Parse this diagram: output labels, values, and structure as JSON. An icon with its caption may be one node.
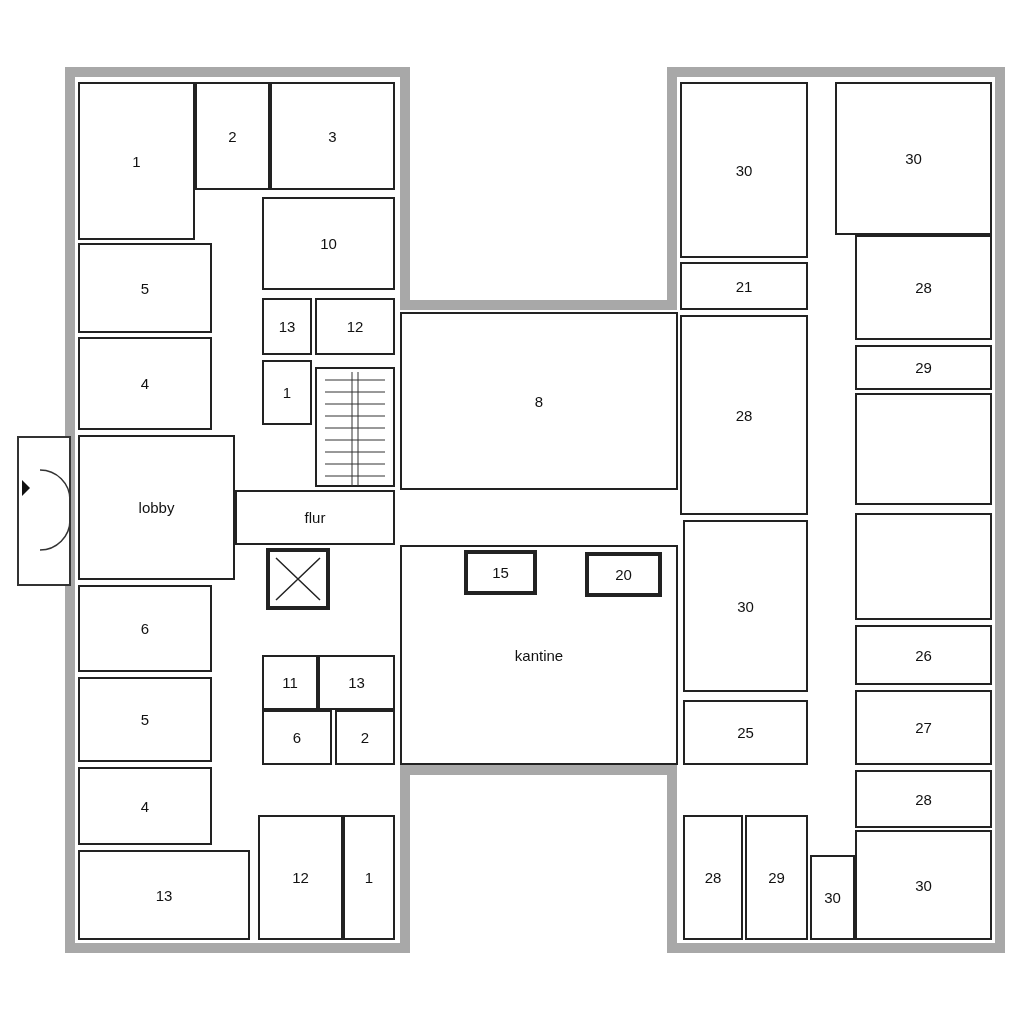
{
  "diagram": {
    "nodes": [
      {
        "text": [
          "1"
        ]
      },
      {
        "text": [
          "2"
        ]
      },
      {
        "text": [
          "3"
        ]
      },
      {
        "text": [
          "30"
        ]
      },
      {
        "text": [
          "30"
        ]
      },
      {
        "text": [
          "10"
        ]
      },
      {
        "text": [
          "21"
        ]
      },
      {
        "text": [
          "28"
        ]
      },
      {
        "text": [
          "5"
        ]
      },
      {
        "text": [
          "13"
        ]
      },
      {
        "text": [
          "12"
        ]
      },
      {
        "text": [
          "8"
        ]
      },
      {
        "text": [
          "28"
        ]
      },
      {
        "text": [
          "4"
        ]
      },
      {
        "text": [
          "1"
        ]
      },
      {
        "text": [
          "29"
        ]
      },
      {
        "text": [],
        "shape": "box"
      },
      {
        "text": [
          "lobby"
        ]
      },
      {
        "text": [
          "flur"
        ]
      },
      {
        "text": [
          "kantine"
        ]
      },
      {
        "text": [
          "15"
        ],
        "in": 19
      },
      {
        "text": [
          "20"
        ],
        "in": 19
      },
      {
        "text": [],
        "shape": "box"
      },
      {
        "text": [
          "6"
        ]
      },
      {
        "text": [
          "30"
        ]
      },
      {
        "text": [
          "11"
        ]
      },
      {
        "text": [
          "13"
        ]
      },
      {
        "text": [
          "26"
        ]
      },
      {
        "text": [
          "5"
        ]
      },
      {
        "text": [
          "6"
        ]
      },
      {
        "text": [
          "2"
        ]
      },
      {
        "text": [
          "25"
        ]
      },
      {
        "text": [
          "27"
        ]
      },
      {
        "text": [
          "4"
        ]
      },
      {
        "text": [
          "28"
        ]
      },
      {
        "text": [
          "12"
        ]
      },
      {
        "text": [
          "1"
        ]
      },
      {
        "text": [
          "13"
        ]
      },
      {
        "text": [
          "28"
        ]
      },
      {
        "text": [
          "29"
        ]
      },
      {
        "text": [
          "30"
        ]
      },
      {
        "text": [
          "30"
        ]
      }
    ],
    "edges": []
  }
}
